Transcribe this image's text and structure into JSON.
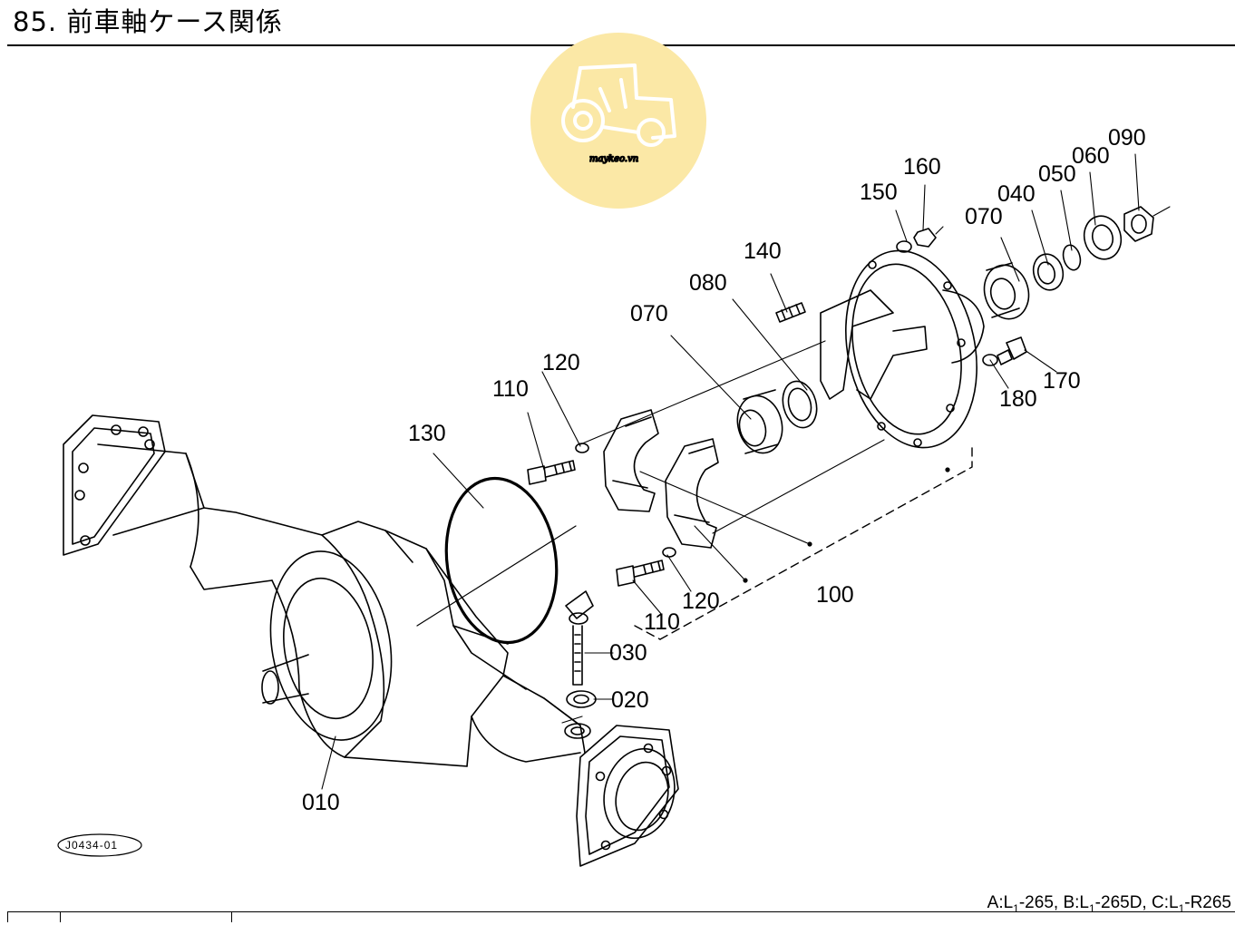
{
  "header": {
    "title": "85. 前車軸ケース関係"
  },
  "watermark": {
    "text": "maykeo.vn",
    "color": "#fbe8a6",
    "icon": "tractor-icon"
  },
  "figure_code": "J0434-01",
  "parts": {
    "p010": "010",
    "p020": "020",
    "p030": "030",
    "p040": "040",
    "p050": "050",
    "p060": "060",
    "p070a": "070",
    "p070b": "070",
    "p080": "080",
    "p090": "090",
    "p100": "100",
    "p110a": "110",
    "p110b": "110",
    "p120a": "120",
    "p120b": "120",
    "p130": "130",
    "p140": "140",
    "p150": "150",
    "p160": "160",
    "p170": "170",
    "p180": "180"
  },
  "footer": {
    "a_prefix": "A:L",
    "a_sub": "1",
    "a_suffix": "-265,",
    "b_prefix": "B:L",
    "b_sub": "1",
    "b_suffix": "-265D,",
    "c_prefix": "C:L",
    "c_sub": "1",
    "c_suffix": "-R265"
  }
}
